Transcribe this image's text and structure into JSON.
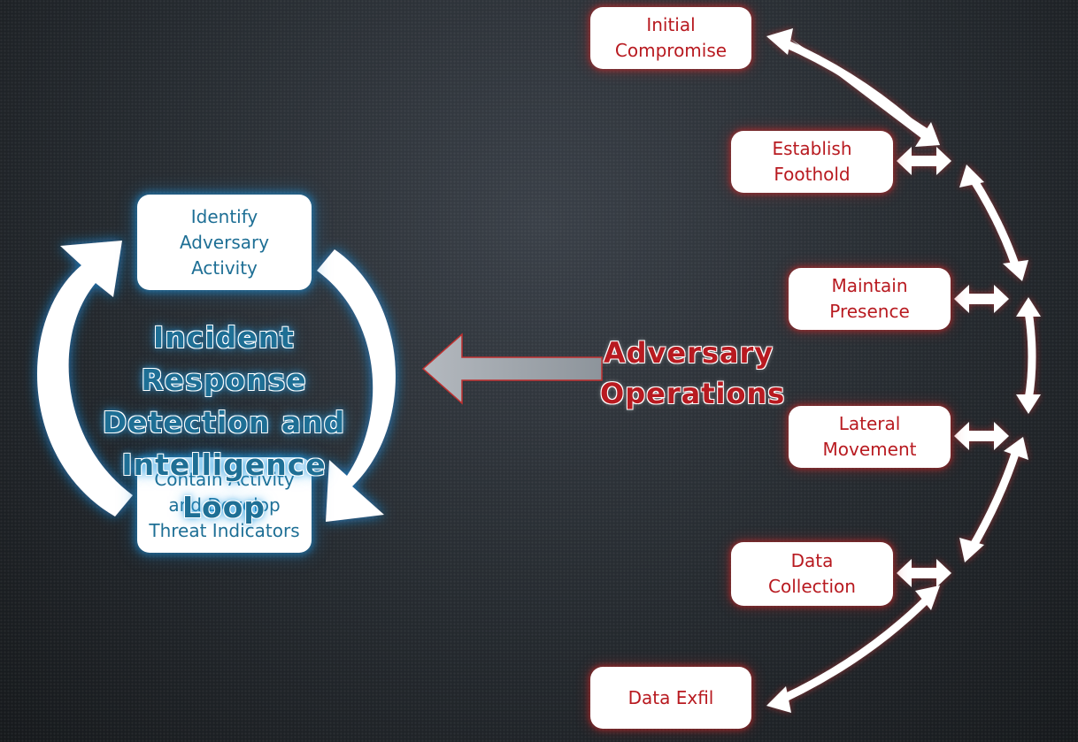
{
  "incident_loop": {
    "title": "Incident Response\nDetection and\nIntelligence Loop",
    "steps": [
      "Identify\nAdversary\nActivity",
      "Contain Activity\nand Develop\nThreat Indicators"
    ]
  },
  "adversary": {
    "title": "Adversary\nOperations",
    "stages": [
      "Initial\nCompromise",
      "Establish\nFoothold",
      "Maintain\nPresence",
      "Lateral\nMovement",
      "Data\nCollection",
      "Data Exfil"
    ]
  },
  "colors": {
    "accent_blue": "#1e6f95",
    "accent_red": "#b81a20",
    "background": "#262b30"
  }
}
